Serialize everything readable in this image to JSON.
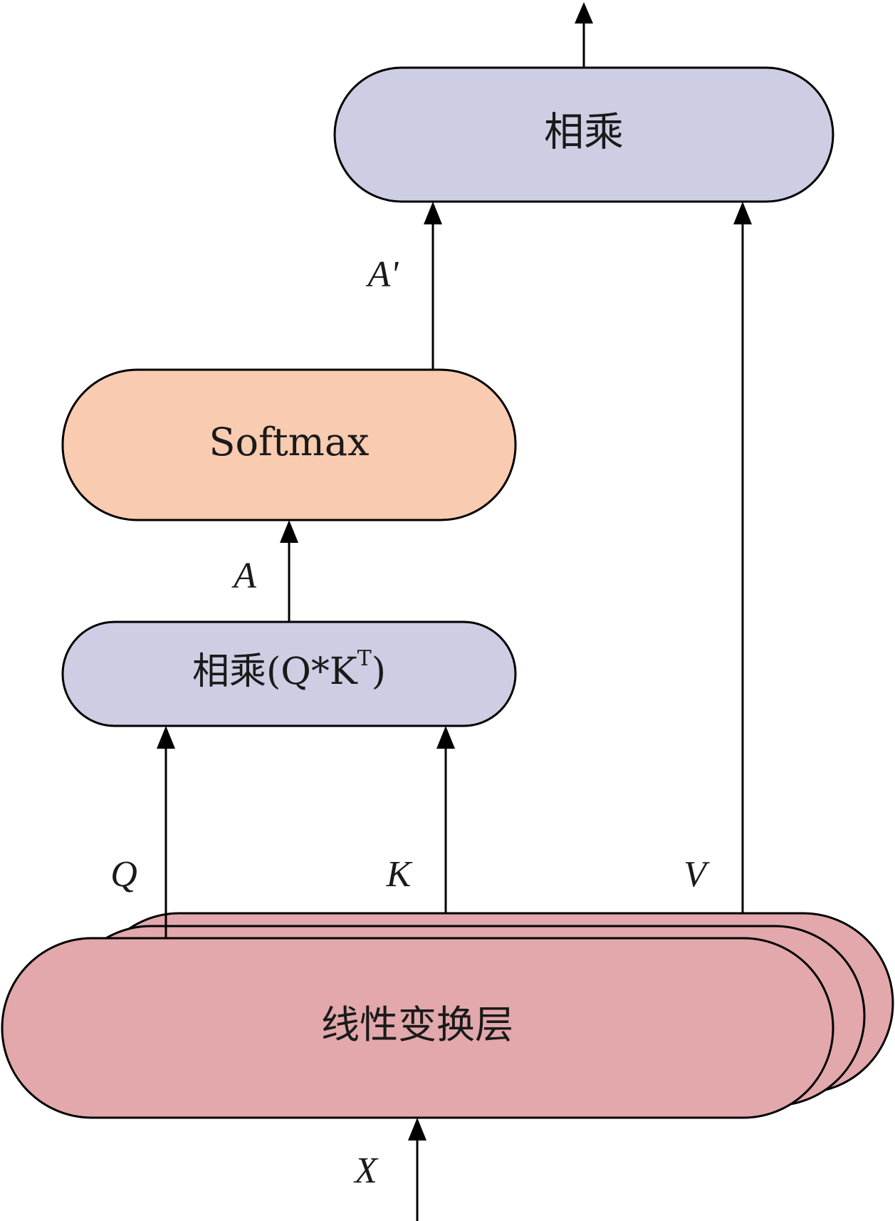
{
  "nodes": {
    "multiply_final": {
      "label": "相乘",
      "fill": "#cdcde3"
    },
    "softmax": {
      "label": "Softmax",
      "fill": "#f9cbb0"
    },
    "multiply_qk": {
      "label": "相乘(Q*K",
      "superscript": "T",
      "label_close": ")",
      "fill": "#cdcde3"
    },
    "linear": {
      "label": "线性变换层",
      "fill": "#e2a8ab"
    }
  },
  "edge_labels": {
    "a_prime": "A'",
    "a": "A",
    "q": "Q",
    "k": "K",
    "v": "V",
    "x": "X"
  },
  "colors": {
    "outline": "#000000",
    "background": "#ffffff"
  }
}
